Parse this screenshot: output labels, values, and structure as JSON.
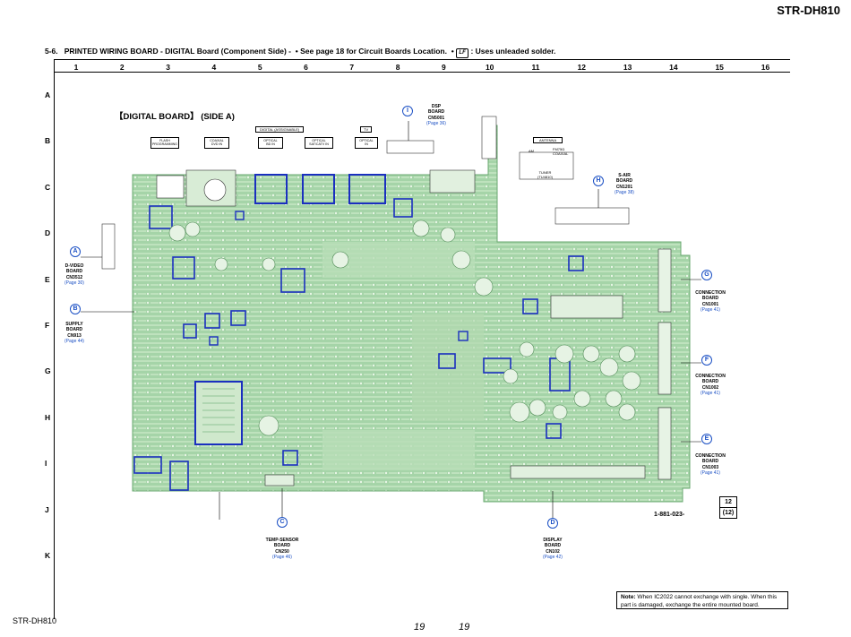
{
  "header": {
    "model": "STR-DH810",
    "section": "5-6.",
    "title": "PRINTED  WIRING  BOARD - DIGITAL Board (Component Side) -",
    "note1": "• See page 18 for Circuit Boards Location.",
    "note2_prefix": "•",
    "note2": ": Uses unleaded solder.",
    "leadfree_symbol": "leadfree-icon"
  },
  "grid": {
    "columns": [
      "1",
      "2",
      "3",
      "4",
      "5",
      "6",
      "7",
      "8",
      "9",
      "10",
      "11",
      "12",
      "13",
      "14",
      "15",
      "16"
    ],
    "rows": [
      "A",
      "B",
      "C",
      "D",
      "E",
      "F",
      "G",
      "H",
      "I",
      "J",
      "K"
    ]
  },
  "board": {
    "title": "【DIGITAL BOARD】 (SIDE A)",
    "pcb_color": "#9fd0a4",
    "trace_color": "#c4e4c2",
    "highlight_color": "#1a2fbf",
    "board_number": "1-881-023-",
    "board_ref_top": "12",
    "board_ref_bottom": "(12)"
  },
  "connectors": [
    {
      "badge": "I",
      "title": "DSP\nBOARD\nCN5001",
      "page": "(Page 36)"
    },
    {
      "badge": "H",
      "title": "S-AIR\nBOARD\nCN1201",
      "page": "(Page 38)"
    },
    {
      "badge": "A",
      "title": "D-VIDEO\nBOARD\nCN3512",
      "page": "(Page 30)"
    },
    {
      "badge": "B",
      "title": "SUPPLY\nBOARD\nCN913",
      "page": "(Page 44)"
    },
    {
      "badge": "G",
      "title": "CONNECTION\nBOARD\nCN1001",
      "page": "(Page 41)"
    },
    {
      "badge": "F",
      "title": "CONNECTION\nBOARD\nCN1002",
      "page": "(Page 41)"
    },
    {
      "badge": "E",
      "title": "CONNECTION\nBOARD\nCN1003",
      "page": "(Page 41)"
    },
    {
      "badge": "C",
      "title": "TEMP-SENSOR\nBOARD\nCN250",
      "page": "(Page 46)"
    },
    {
      "badge": "D",
      "title": "DISPLAY\nBOARD\nCN102",
      "page": "(Page 42)"
    }
  ],
  "component_labels": {
    "flash": "FLASH\nPROGRAMMING",
    "coaxial": "COAXIAL\nDVD IN",
    "optical1": "OPTICAL\nBD IN",
    "optical2": "OPTICAL\nSAT/CATV IN",
    "optical3": "OPTICAL\nIN",
    "digital_assignable": "DIGITAL (ASSIGNABLE)",
    "tv": "TV",
    "antenna": "ANTENNA",
    "am": "AM",
    "fm": "FM75Ω\nCOAXIAL",
    "tuner": "TUNER\n(TU4810)"
  },
  "note": {
    "label": "Note:",
    "text": "When IC2022 cannot exchange with single. When this part is damaged, exchange the entire mounted board."
  },
  "footer": {
    "model": "STR-DH810",
    "page_left": "19",
    "page_right": "19"
  }
}
